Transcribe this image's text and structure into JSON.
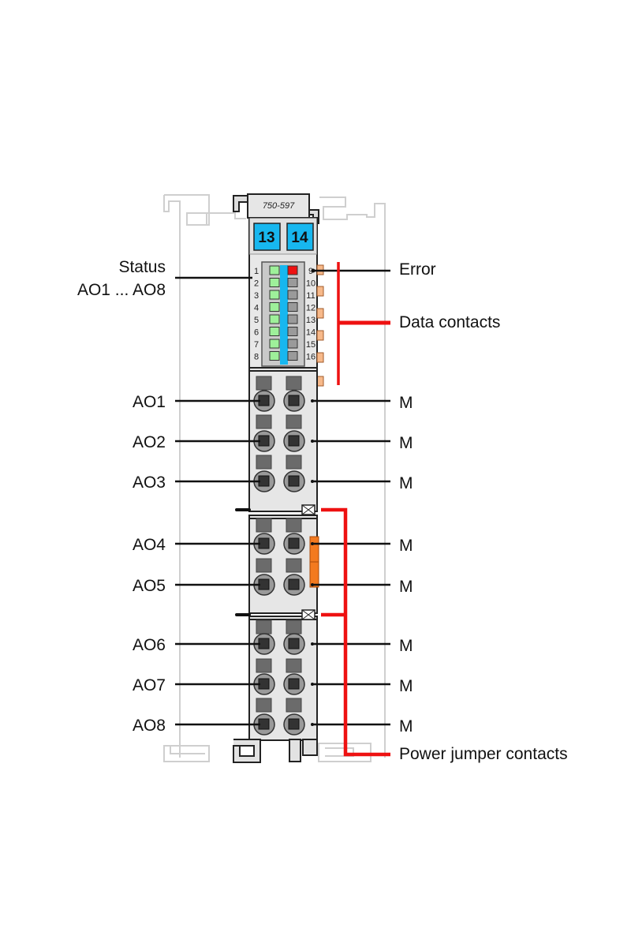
{
  "module": {
    "model_number": "750-597",
    "badges": [
      "13",
      "14"
    ],
    "colors": {
      "badge": "#17b7ef",
      "led_green": "#9ef09a",
      "led_red": "#ee1111",
      "led_gray": "#9a9a9a",
      "led_strip": "#17b7ef",
      "body": "#e6e6e6",
      "contact_orange": "#f7b98a",
      "power_jumper_orange": "#f37a1f",
      "callout_red": "#ee1111",
      "rail_gray": "#cfcfcf"
    },
    "led_numbers_left": [
      "1",
      "2",
      "3",
      "4",
      "5",
      "6",
      "7",
      "8"
    ],
    "led_numbers_right": [
      "9",
      "10",
      "11",
      "12",
      "13",
      "14",
      "15",
      "16"
    ],
    "led_states_left": [
      "green",
      "green",
      "green",
      "green",
      "green",
      "green",
      "green",
      "green"
    ],
    "led_states_right": [
      "red",
      "gray",
      "gray",
      "gray",
      "gray",
      "gray",
      "gray",
      "gray"
    ]
  },
  "labels": {
    "status_line1": "Status",
    "status_line2": "AO1 ... AO8",
    "error": "Error",
    "data_contacts": "Data contacts",
    "power_jumper_contacts": "Power jumper contacts",
    "outputs_left": [
      "AO1",
      "AO2",
      "AO3",
      "AO4",
      "AO5",
      "AO6",
      "AO7",
      "AO8"
    ],
    "outputs_right": [
      "M",
      "M",
      "M",
      "M",
      "M",
      "M",
      "M",
      "M"
    ]
  }
}
